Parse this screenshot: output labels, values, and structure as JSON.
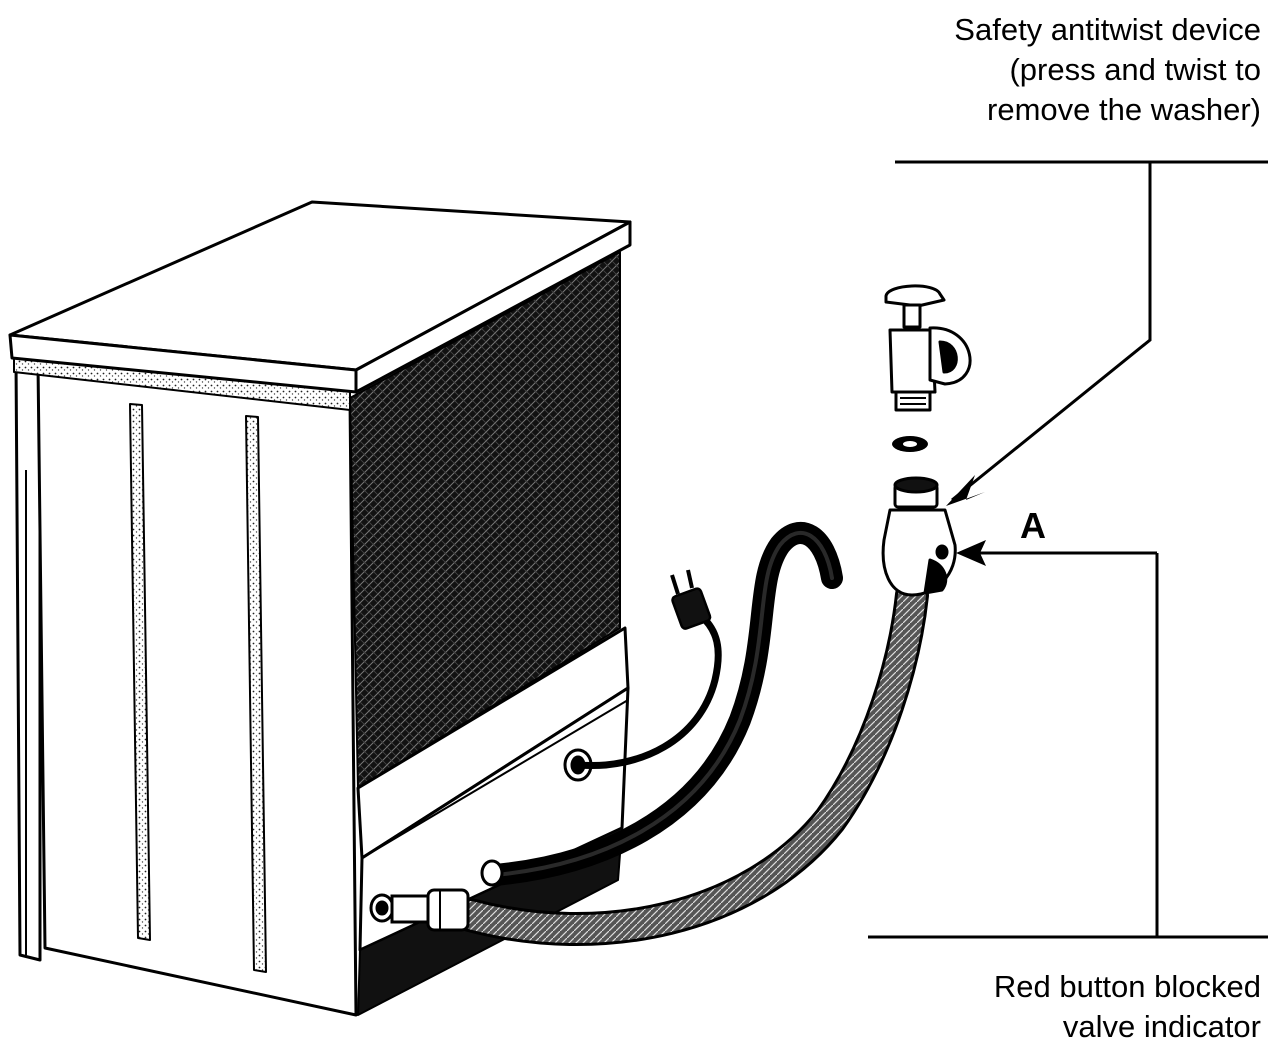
{
  "labels": {
    "antitwist": {
      "line1": "Safety antitwist device",
      "line2": "(press and twist to",
      "line3": "remove the washer)"
    },
    "marker": "A",
    "indicator": {
      "line1": "Red button blocked",
      "line2": "valve indicator"
    }
  },
  "colors": {
    "ink": "#000000",
    "paper": "#ffffff"
  }
}
